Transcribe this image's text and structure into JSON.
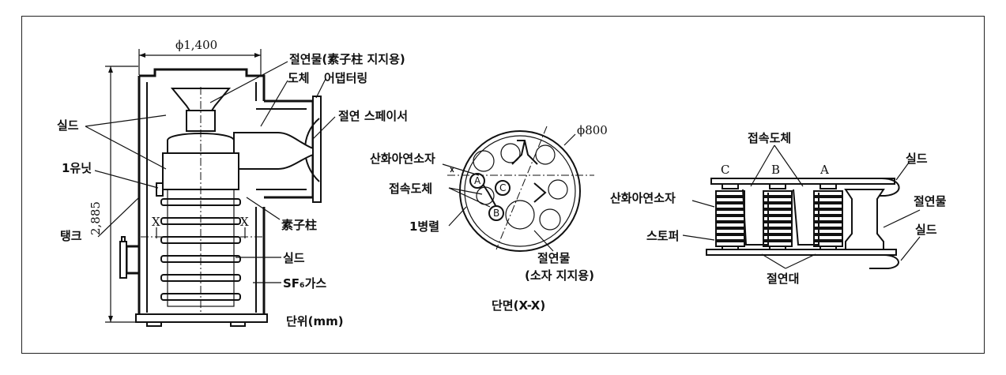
{
  "left_view": {
    "dimension_width": "ϕ1,400",
    "dimension_height": "2,885",
    "labels": {
      "insulator_support": "절연물(素子柱 지지용)",
      "conductor": "도체",
      "adapter_ring": "어댑터링",
      "insulating_spacer": "절연 스페이서",
      "shield": "실드",
      "one_unit": "1유닛",
      "tank": "탱크",
      "element_column": "素子柱",
      "section_mark_left": "X",
      "section_mark_right": "X",
      "shield_lower": "실드",
      "sf6_gas": "SF₆가스",
      "unit_note": "단위(mm)"
    }
  },
  "section_view": {
    "dimension_diameter": "ϕ800",
    "labels": {
      "zinc_oxide_element": "산화아연소자",
      "connecting_conductor": "접속도체",
      "one_parallel": "1병렬",
      "insulator_line1": "절연물",
      "insulator_line2": "(소자 지지용)",
      "section_caption": "단면(X-X)"
    },
    "circle_marks": [
      "A",
      "C",
      "B"
    ]
  },
  "right_view": {
    "labels": {
      "connecting_conductor": "접속도체",
      "shield_top": "실드",
      "zinc_oxide_element": "산화아연소자",
      "insulator": "절연물",
      "stopper": "스토퍼",
      "shield_bottom": "실드",
      "insulating_base": "절연대"
    },
    "phase_marks": [
      "C",
      "B",
      "A"
    ]
  }
}
